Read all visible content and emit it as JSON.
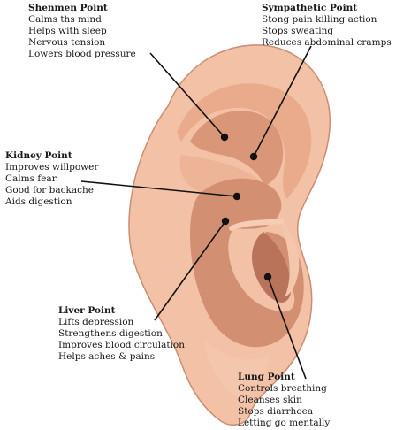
{
  "points": {
    "shenmen": {
      "title": "Shenmen Point",
      "benefits": [
        "Calms ths mind",
        "Helps with sleep",
        "Nervous tension",
        "Lowers blood pressure"
      ]
    },
    "sympathetic": {
      "title": "Sympathetic Point",
      "benefits": [
        "Stong pain killing action",
        "Stops sweating",
        "Reduces abdominal cramps"
      ]
    },
    "kidney": {
      "title": "Kidney Point",
      "benefits": [
        "Improves willpower",
        "Calms fear",
        "Good for backache",
        "Aids digestion"
      ]
    },
    "liver": {
      "title": "Liver Point",
      "benefits": [
        "Lifts depression",
        "Strengthens digestion",
        "Improves blood circulation",
        "Helps aches & pains"
      ]
    },
    "lung": {
      "title": "Lung Point",
      "benefits": [
        "Controls breathing",
        "Cleanses skin",
        "Stops diarrhoea",
        "Letting go mentally"
      ]
    }
  },
  "colors": {
    "skin_outer": "#f2c1a6",
    "skin_mid": "#e8a888",
    "skin_inner": "#d9967a",
    "skin_shadow": "#c98468",
    "outline": "#b87a62",
    "marker": "#111111"
  }
}
